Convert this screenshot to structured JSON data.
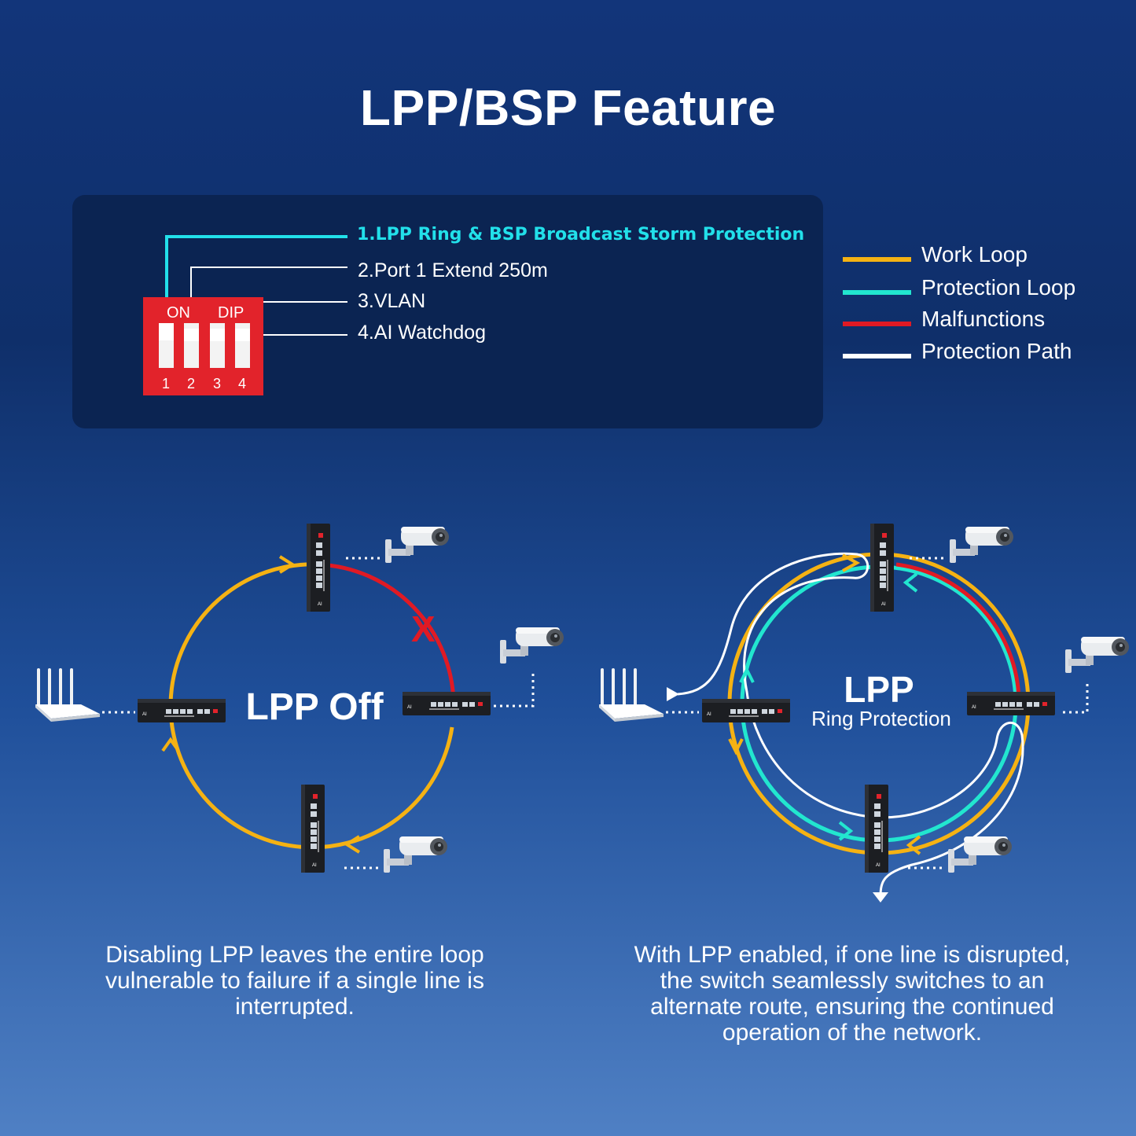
{
  "title": "LPP/BSP Feature",
  "dip": {
    "on_label": "ON",
    "dip_label": "DIP",
    "switch_numbers": [
      "1",
      "2",
      "3",
      "4"
    ],
    "options": [
      "1.LPP Ring & BSP Broadcast Storm Protection",
      "2.Port 1 Extend 250m",
      "3.VLAN",
      "4.AI Watchdog"
    ],
    "highlight_color": "#22e0ea"
  },
  "legend": [
    {
      "label": "Work Loop",
      "color": "#f5b213"
    },
    {
      "label": "Protection Loop",
      "color": "#22e6cf"
    },
    {
      "label": "Malfunctions",
      "color": "#e01a24"
    },
    {
      "label": "Protection Path",
      "color": "#ffffff"
    }
  ],
  "left_diagram": {
    "label": "LPP Off",
    "fault_mark": "X",
    "caption": [
      "Disabling LPP leaves the entire loop",
      "vulnerable to failure if a single line is",
      "interrupted."
    ]
  },
  "right_diagram": {
    "label": "LPP",
    "sublabel": "Ring Protection",
    "caption": [
      "With LPP enabled, if one line is disrupted,",
      "the switch seamlessly switches to an",
      "alternate route, ensuring the continued",
      "operation of the network."
    ]
  },
  "icons": [
    "router-icon",
    "switch-icon",
    "camera-icon"
  ]
}
